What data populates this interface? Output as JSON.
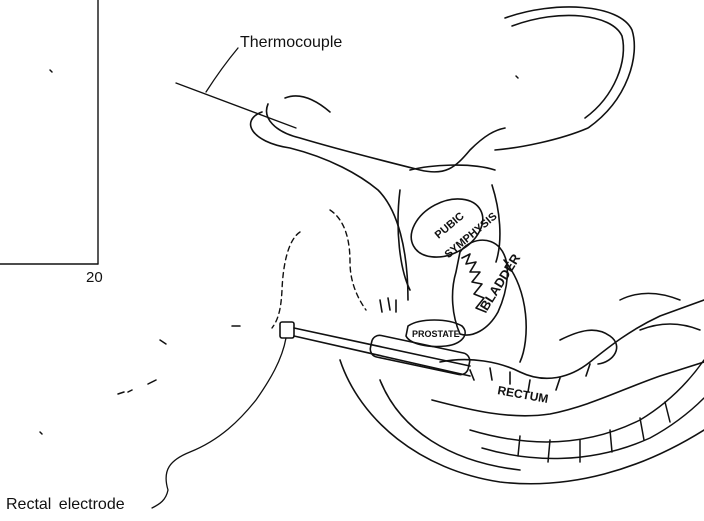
{
  "labels": {
    "thermocouple": "Thermocouple",
    "rectal_electrode": "Rectal electrode",
    "axis_tick": "20"
  },
  "organ_labels": {
    "pubic_symphysis_line1": "PUBIC",
    "pubic_symphysis_line2": "SYMPHYSIS",
    "bladder": "BLADDER",
    "prostate": "PROSTATE",
    "rectum": "RECTUM"
  },
  "colors": {
    "ink": "#111111",
    "background": "#ffffff"
  }
}
